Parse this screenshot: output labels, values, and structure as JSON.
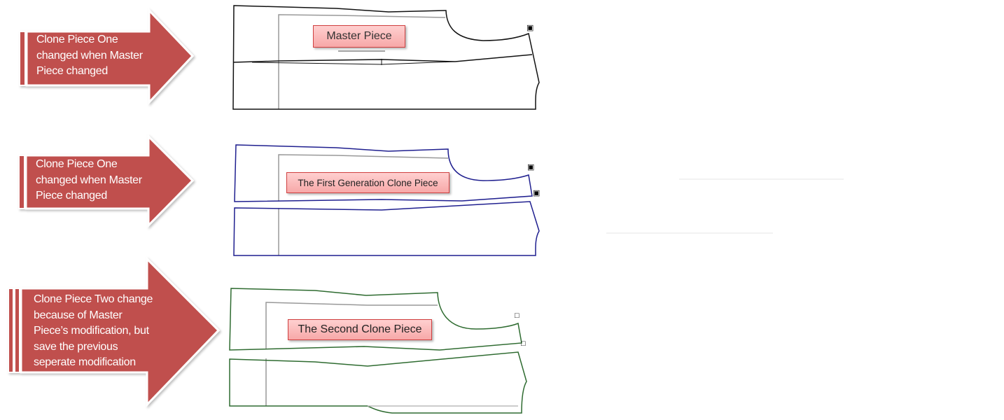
{
  "arrows": [
    {
      "text": "Clone Piece One changed when Master Piece changed",
      "lines": [
        "Clone Piece One",
        "changed when Master",
        "Piece changed"
      ]
    },
    {
      "text": "Clone Piece One changed when Master Piece changed",
      "lines": [
        "Clone Piece One",
        "changed when Master",
        "Piece changed"
      ]
    },
    {
      "text": "Clone Piece Two change because of Master Piece's modification, but save the previous seperate modification",
      "lines": [
        "Clone Piece Two change",
        "because of Master",
        "Piece’s modification, but",
        "save the previous",
        "seperate modification"
      ]
    }
  ],
  "pieces": [
    {
      "label": "Master Piece",
      "color": "#111111"
    },
    {
      "label": "The First Generation Clone Piece",
      "color": "#1f1f8f"
    },
    {
      "label": "The Second Clone Piece",
      "color": "#2e6b30"
    }
  ],
  "colors": {
    "arrow": "#C0504D",
    "inner_line": "#999999"
  }
}
